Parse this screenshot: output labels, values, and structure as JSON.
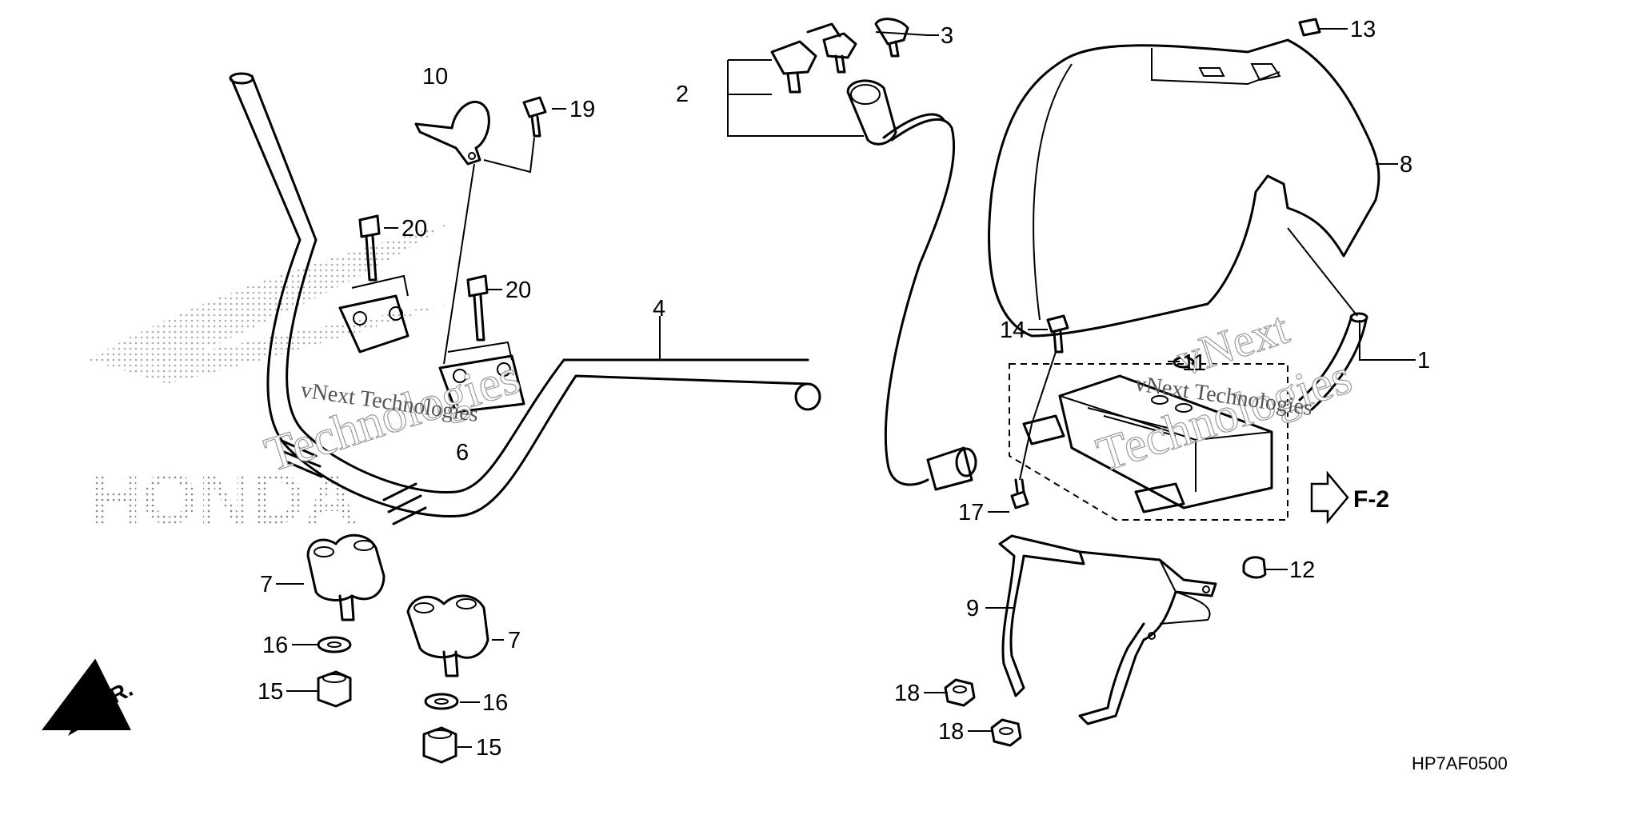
{
  "diagram": {
    "callouts": {
      "c1": "1",
      "c2": "2",
      "c3": "3",
      "c4": "4",
      "c6": "6",
      "c7a": "7",
      "c7b": "7",
      "c8": "8",
      "c9": "9",
      "c10": "10",
      "c11": "11",
      "c12": "12",
      "c13": "13",
      "c14": "14",
      "c15a": "15",
      "c15b": "15",
      "c16a": "16",
      "c16b": "16",
      "c17": "17",
      "c18a": "18",
      "c18b": "18",
      "c19": "19",
      "c20a": "20",
      "c20b": "20"
    },
    "front_marker": "FR.",
    "ref_label": "F-2",
    "diagram_code": "HP7AF0500",
    "watermarks": {
      "brand_logo_text": "HONDA",
      "wm_left_line1": "vNext Technologies",
      "wm_left_line2": "Technologies",
      "wm_right_line1": "vNext Technologies",
      "wm_right_line2": "Technologies",
      "wm_right_overlay": "vNext"
    }
  }
}
